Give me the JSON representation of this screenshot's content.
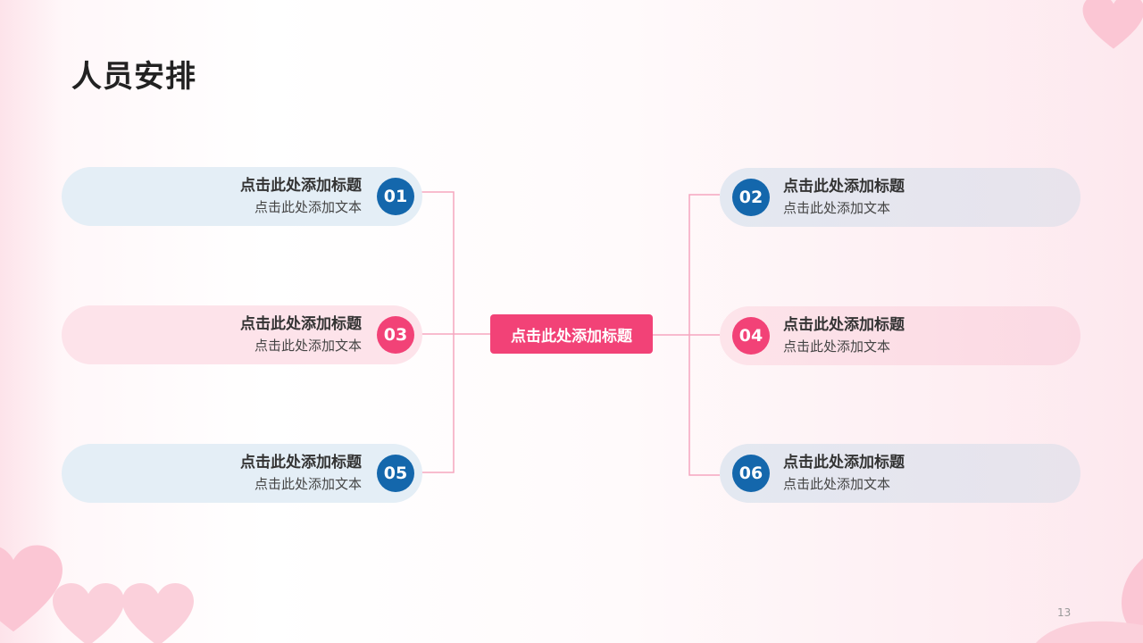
{
  "slide": {
    "title": "人员安排",
    "center_label": "点击此处添加标题",
    "page_number": "13"
  },
  "items": [
    {
      "number": "01",
      "title": "点击此处添加标题",
      "text": "点击此处添加文本"
    },
    {
      "number": "02",
      "title": "点击此处添加标题",
      "text": "点击此处添加文本"
    },
    {
      "number": "03",
      "title": "点击此处添加标题",
      "text": "点击此处添加文本"
    },
    {
      "number": "04",
      "title": "点击此处添加标题",
      "text": "点击此处添加文本"
    },
    {
      "number": "05",
      "title": "点击此处添加标题",
      "text": "点击此处添加文本"
    },
    {
      "number": "06",
      "title": "点击此处添加标题",
      "text": "点击此处添加文本"
    }
  ],
  "colors": {
    "accent_pink": "#f24277",
    "accent_blue": "#1467ac",
    "connector": "#f6a6bf",
    "heart": "#fbc6d4"
  },
  "icons": [
    "heart-icon"
  ]
}
